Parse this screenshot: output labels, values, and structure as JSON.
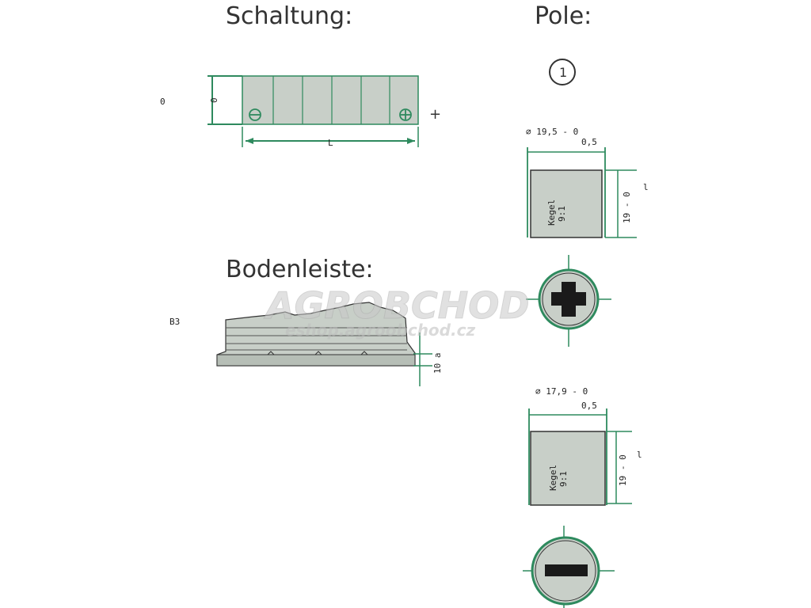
{
  "titles": {
    "schaltung": "Schaltung:",
    "pole": "Pole:",
    "bodenleiste": "Bodenleiste:"
  },
  "schaltung": {
    "side_label": "0",
    "height_label": "0",
    "length_label": "L",
    "plus_label": "+"
  },
  "pole": {
    "circle_label": "1",
    "pole1": {
      "diameter_label": "⌀ 19,5 - 0",
      "tolerance_label": "0,5",
      "height_label": "19 - 0",
      "side_label": "l",
      "text_line1": "Kegel",
      "text_line2": "9:1"
    },
    "pole2": {
      "diameter_label": "⌀ 17,9 - 0",
      "tolerance_label": "0,5",
      "height_label": "19 - 0",
      "side_label": "l",
      "text_line1": "Kegel",
      "text_line2": "9:1"
    }
  },
  "bodenleiste": {
    "left_label": "B3",
    "height_label": "10 a"
  },
  "watermark": {
    "main": "AGROBCHOD",
    "sub": "eshop.agroobchod.cz"
  },
  "colors": {
    "fill_gray": "#c8cfc8",
    "outline_green": "#2e8a5e",
    "dark": "#222222"
  }
}
